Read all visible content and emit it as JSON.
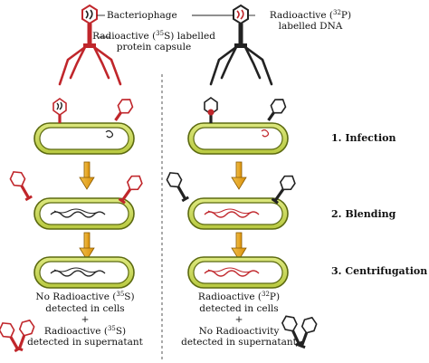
{
  "labels": {
    "bacteriophage": "Bacteriophage",
    "left_capsule_pre": "Radioactive (",
    "left_capsule_sup": "35",
    "left_capsule_post": "S) labelled",
    "left_capsule_line2": "protein capsule",
    "right_dna_pre": "Radioactive (",
    "right_dna_sup": "32",
    "right_dna_post": "P)",
    "right_dna_line2": "labelled DNA"
  },
  "steps": {
    "infection": "1. Infection",
    "blending": "2. Blending",
    "centrifugation": "3. Centrifugation"
  },
  "results_left": {
    "line1_pre": "No Radioactive (",
    "line1_sup": "35",
    "line1_post": "S)",
    "line2": "detected in cells",
    "plus": "+",
    "line3_pre": "Radioactive (",
    "line3_sup": "35",
    "line3_post": "S)",
    "line4": "detected in supernatant"
  },
  "results_right": {
    "line1_pre": "Radioactive (",
    "line1_sup": "32",
    "line1_post": "P)",
    "line2": "detected in cells",
    "plus": "+",
    "line3": "No Radioactivity",
    "line4": "detected in supernatant"
  },
  "colors": {
    "red_label": "#c0262b",
    "cell_green": "#c8d85a",
    "cell_border": "#5c6a10",
    "arrow": "#e6a514",
    "arrow_border": "#8a5a00",
    "divider": "#555555"
  }
}
